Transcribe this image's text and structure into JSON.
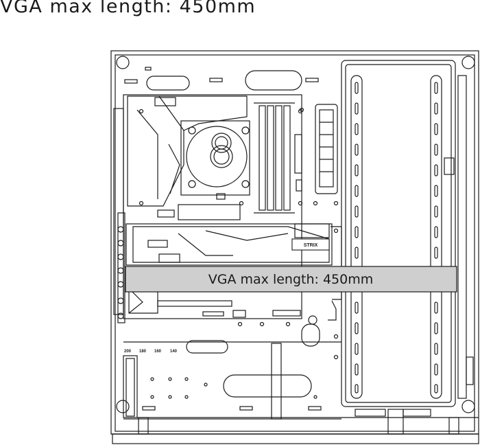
{
  "title": "VGA max length: 450mm",
  "vga_banner": {
    "label": "VGA max length: 450mm",
    "fill_color": "#cfcfcf"
  },
  "gpu_brand": "STRIX",
  "radiator_slot_labels": [
    "200",
    "180",
    "160",
    "140"
  ],
  "line_color": "#1a1a1a"
}
